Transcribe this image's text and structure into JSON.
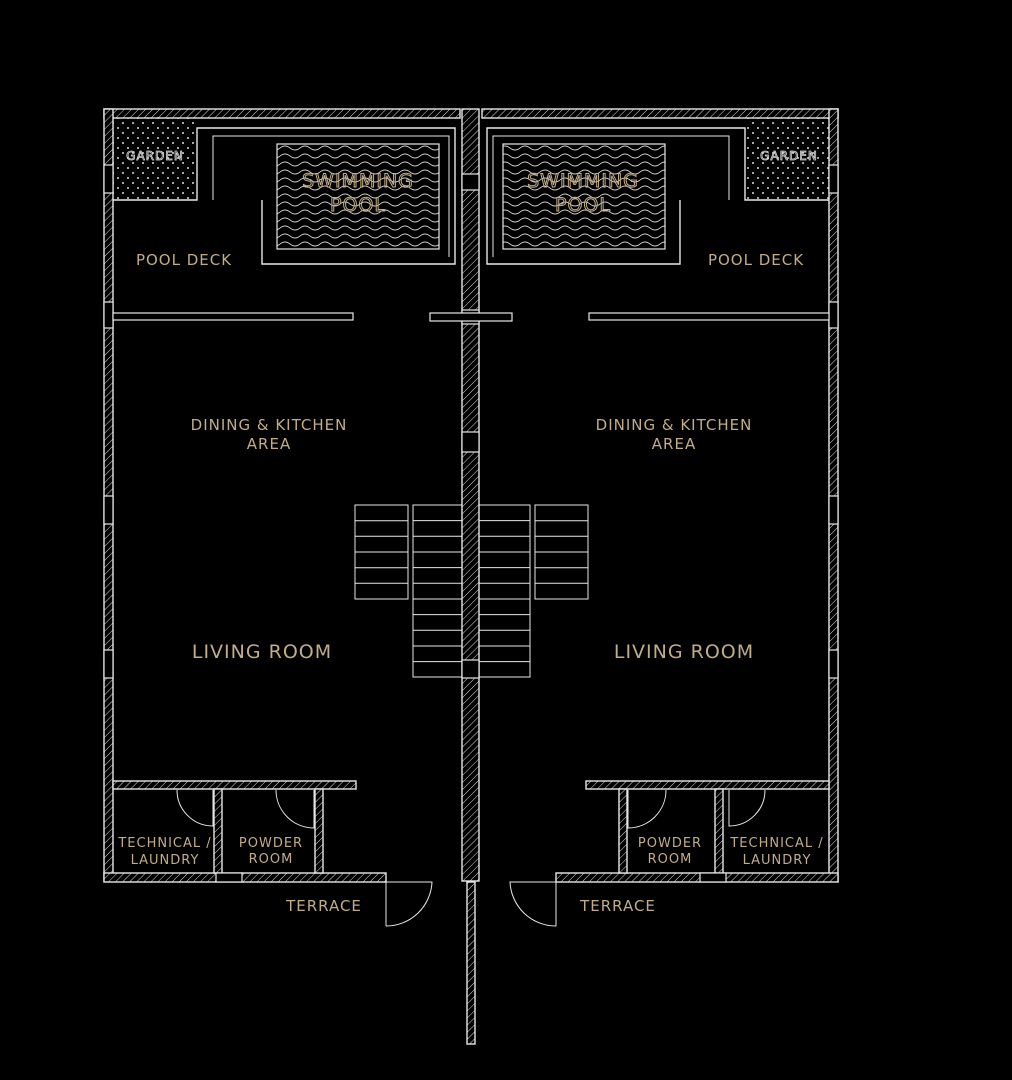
{
  "rooms": {
    "left": {
      "garden": "GARDEN",
      "pool_line1": "SWIMMING",
      "pool_line2": "POOL",
      "pool_deck": "POOL DECK",
      "dining_line1": "DINING & KITCHEN",
      "dining_line2": "AREA",
      "living": "LIVING ROOM",
      "technical_line1": "TECHNICAL /",
      "technical_line2": "LAUNDRY",
      "powder_line1": "POWDER",
      "powder_line2": "ROOM",
      "terrace": "TERRACE"
    },
    "right": {
      "garden": "GARDEN",
      "pool_line1": "SWIMMING",
      "pool_line2": "POOL",
      "pool_deck": "POOL DECK",
      "dining_line1": "DINING & KITCHEN",
      "dining_line2": "AREA",
      "living": "LIVING ROOM",
      "technical_line1": "TECHNICAL /",
      "technical_line2": "LAUNDRY",
      "powder_line1": "POWDER",
      "powder_line2": "ROOM",
      "terrace": "TERRACE"
    }
  },
  "colors": {
    "background": "#000000",
    "walls": "#e8e8e8",
    "labels": "#c2ad86"
  }
}
